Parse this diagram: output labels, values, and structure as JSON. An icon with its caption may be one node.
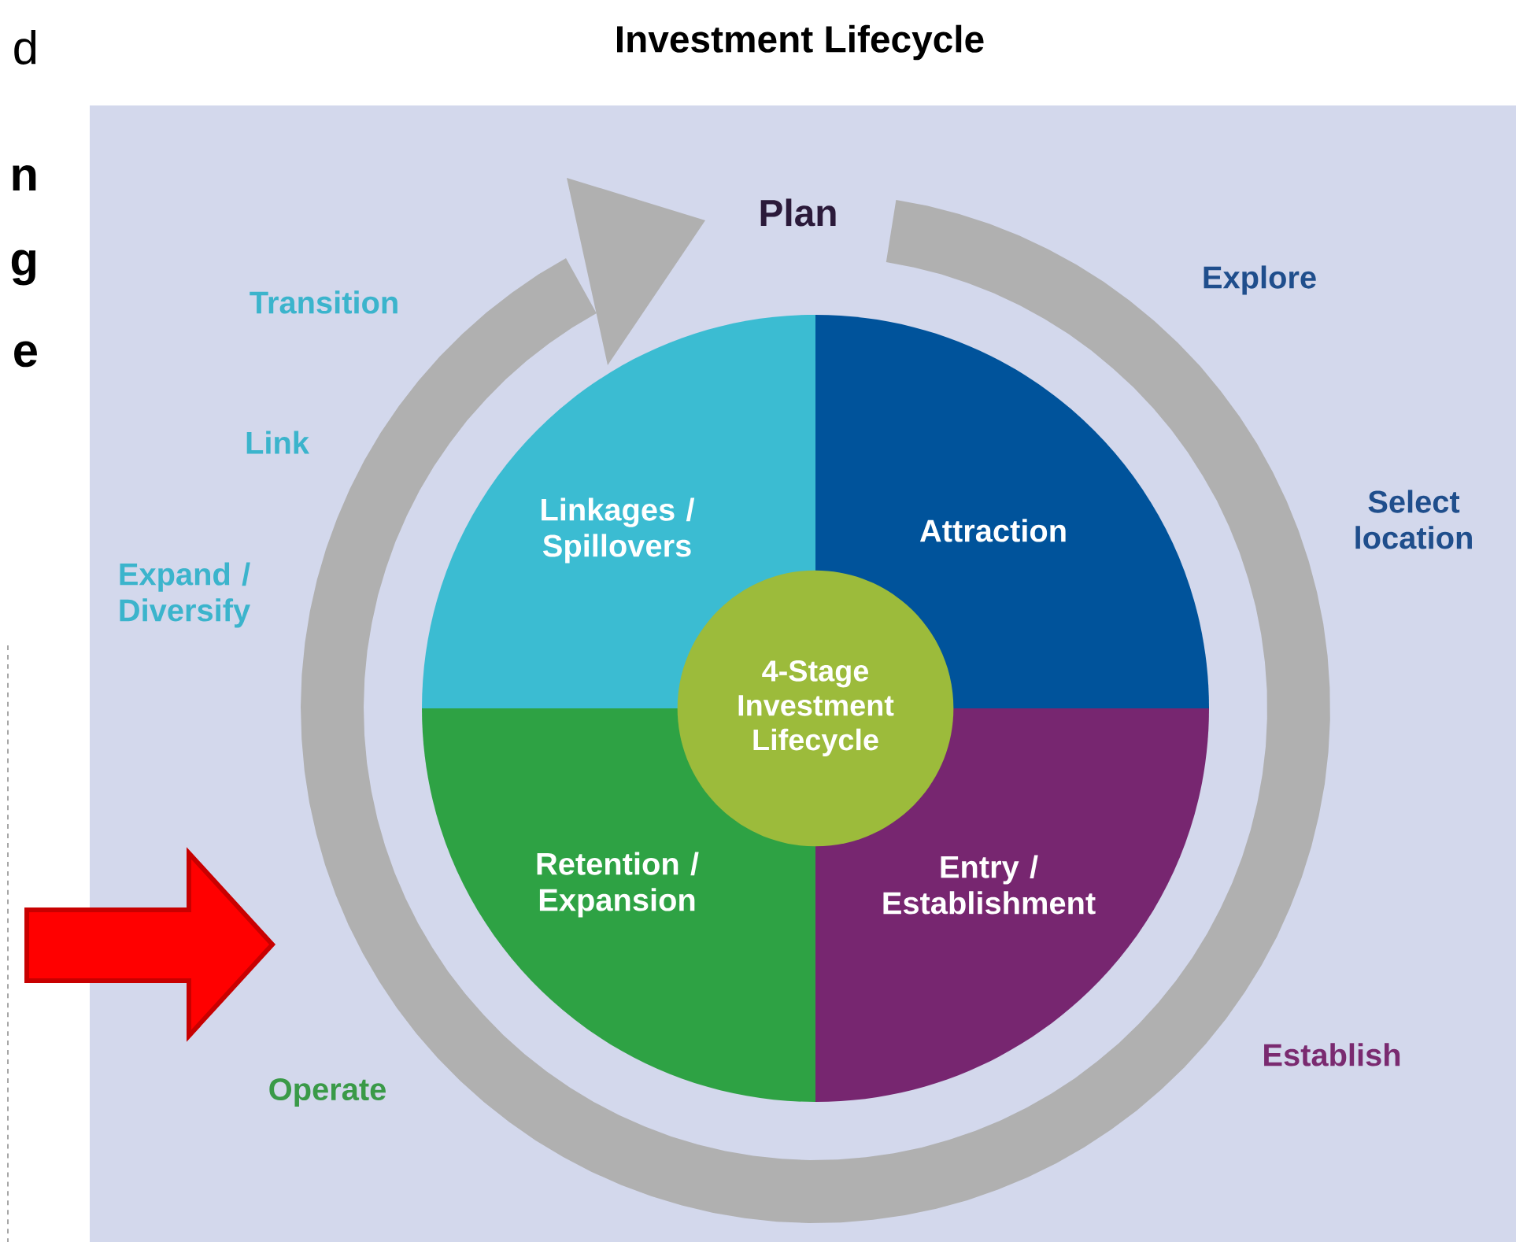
{
  "diagram": {
    "title": "Investment Lifecycle",
    "nodes": [
      {
        "text": [
          "Linkages / Spillovers"
        ]
      },
      {
        "text": [
          "Attraction"
        ]
      },
      {
        "text": [
          "4-Stage Investment Lifecycle"
        ]
      },
      {
        "text": [
          "Retention / Expansion"
        ]
      },
      {
        "text": [
          "Entry / Establishment"
        ]
      }
    ],
    "edges": [],
    "labels": [
      "d",
      "n",
      "g",
      "e",
      "Plan",
      "Transition",
      "Explore",
      "Link",
      "Select location",
      "Expand / Diversify",
      "Establish",
      "Operate"
    ]
  }
}
